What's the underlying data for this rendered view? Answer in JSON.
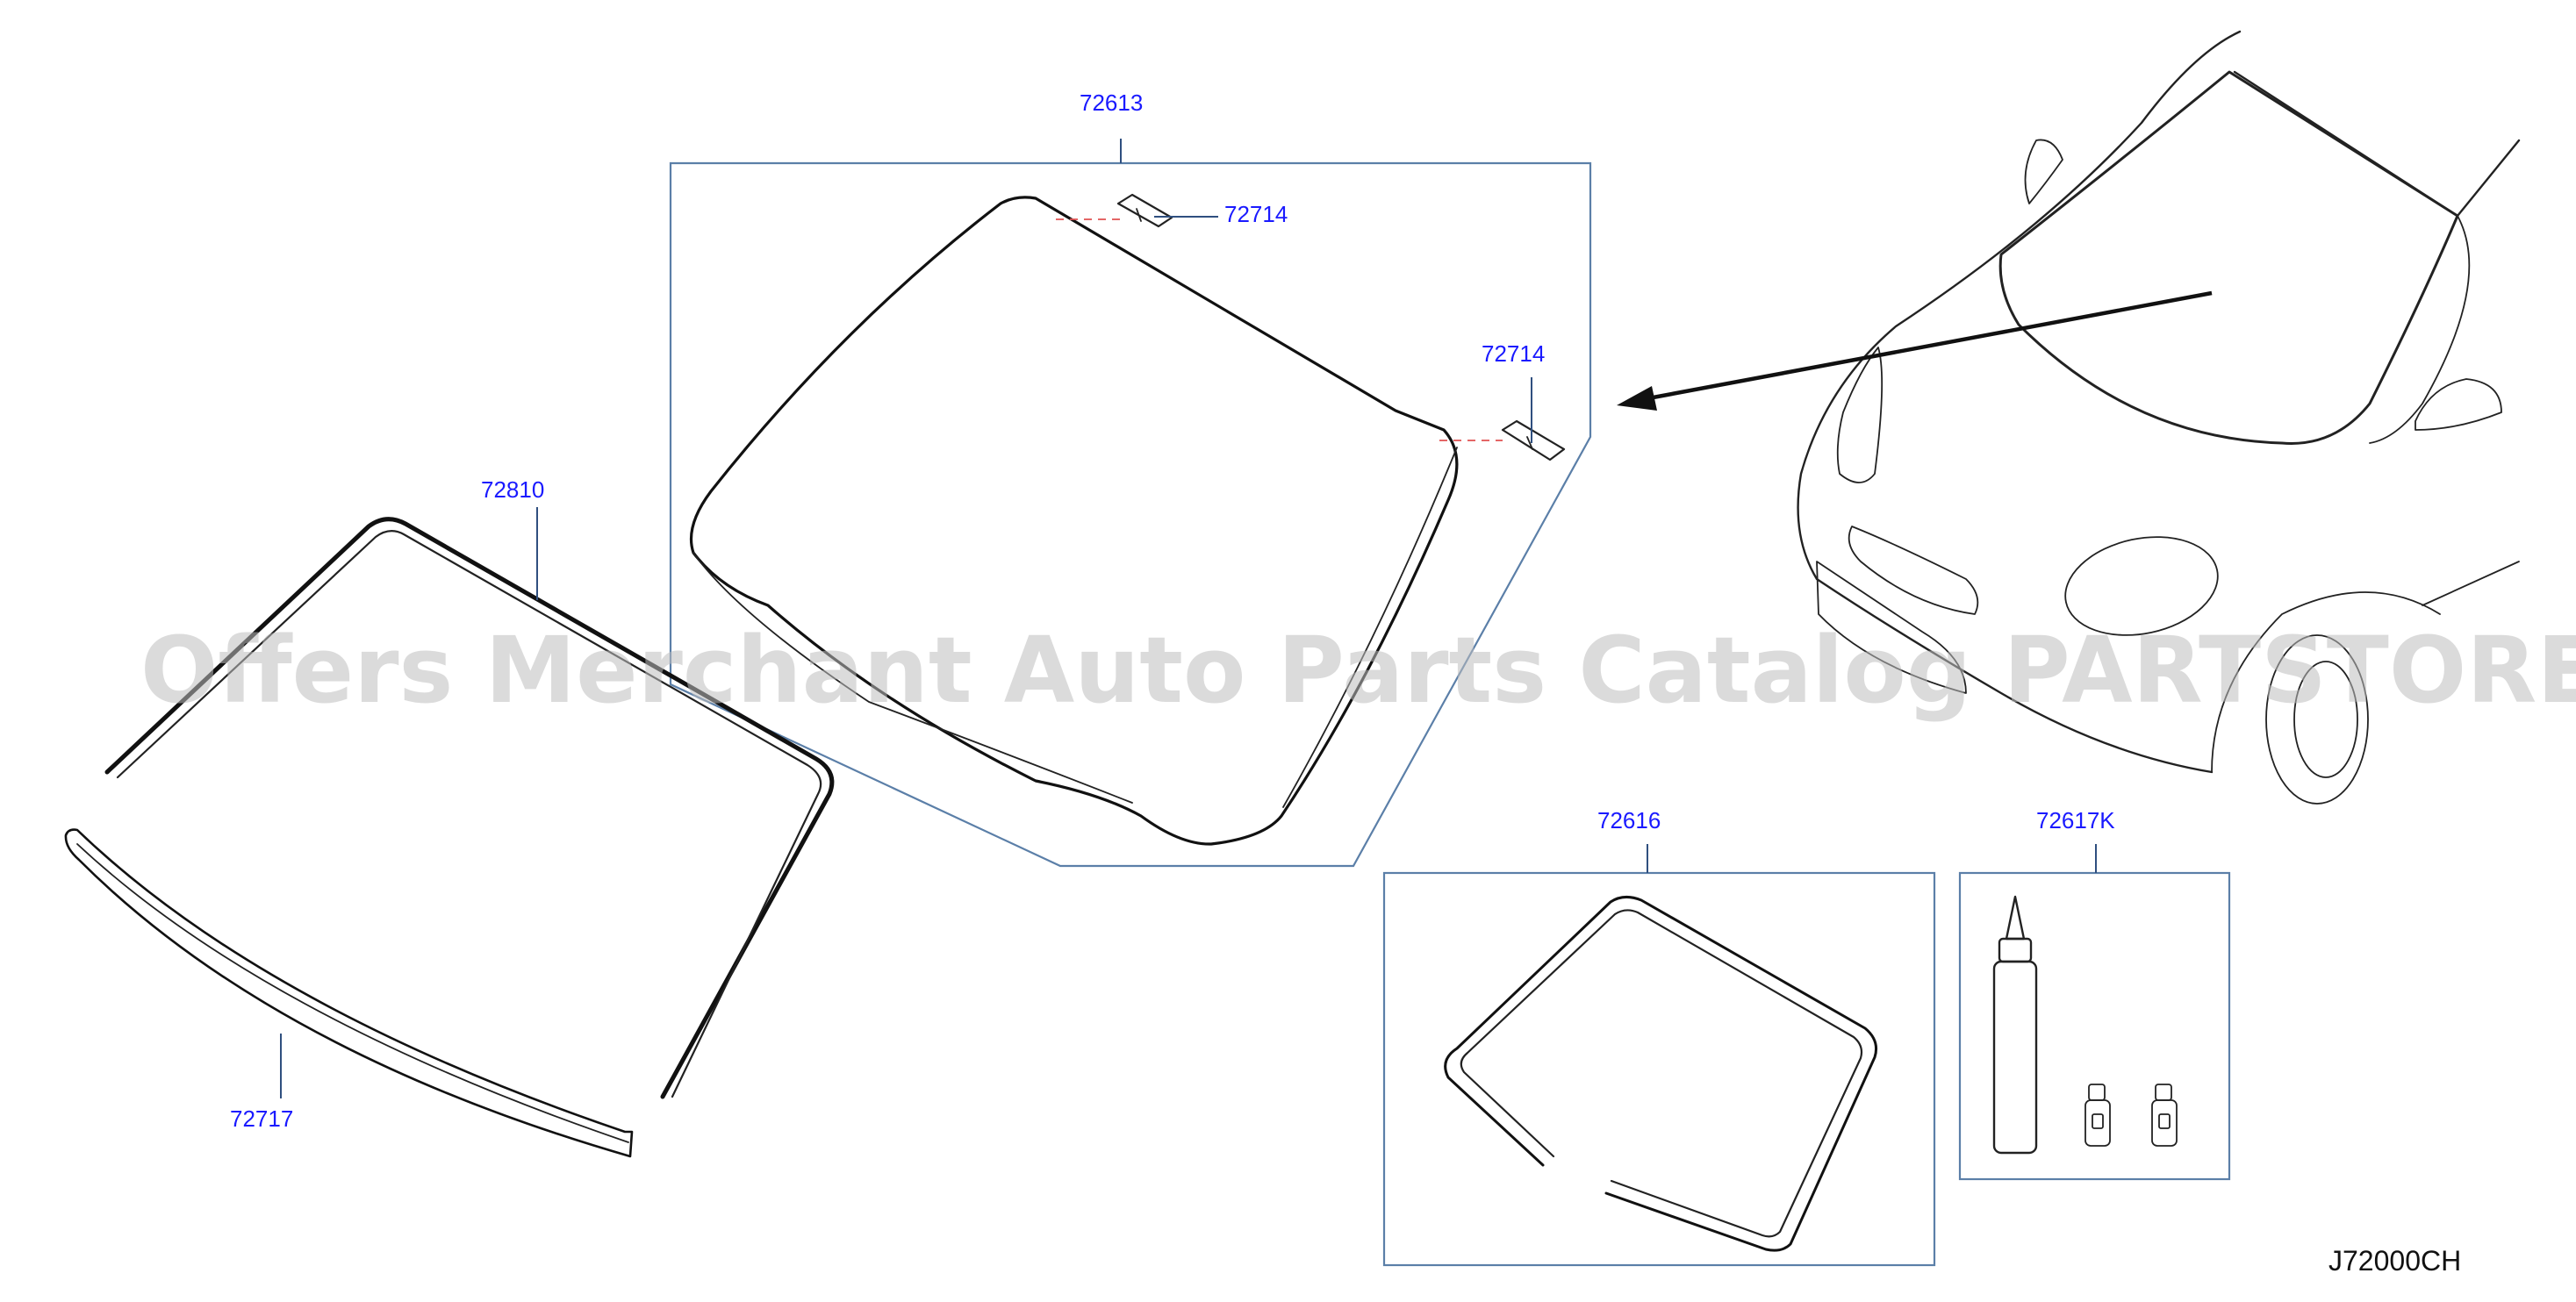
{
  "labels": {
    "windshield_assembly": "72613",
    "clip_top": "72714",
    "clip_right": "72714",
    "seal_outer": "72810",
    "molding_lower": "72717",
    "dam_rubber": "72616",
    "adhesive_kit": "72617K"
  },
  "diagram_code": "J72000CH",
  "watermark": "Offers Merchant Auto Parts Catalog PARTSTORE.SA",
  "colors": {
    "label": "#1a1aff",
    "frame": "#5b7fa8",
    "dash": "#e05050",
    "line": "#111111",
    "watermark": "#bdbdbd"
  }
}
